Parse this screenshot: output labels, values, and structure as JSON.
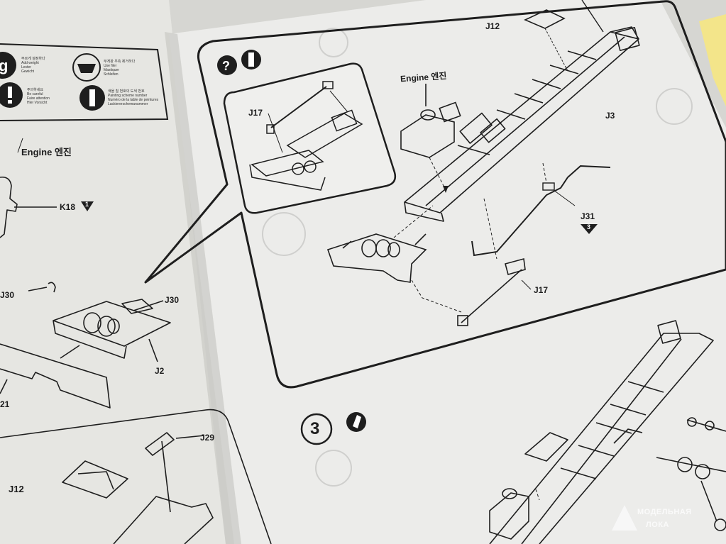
{
  "labels": {
    "engine_right": "Engine 엔진",
    "engine_left": "Engine 엔진",
    "j12_top": "J12",
    "j3": "J3",
    "j31": "J31",
    "j31_step": "3",
    "j17_bottom": "J17",
    "j17_inset": "J17",
    "k18": "K18",
    "k18_step": "1",
    "j30_left": "J30",
    "j30_right": "J30",
    "j2": "J2",
    "j21": "21",
    "j29": "J29",
    "j12_bottom": "J12",
    "step3": "3"
  },
  "legend": {
    "weight_lines": [
      "부르게 설정하다",
      "Add weight",
      "Lester",
      "Gewicht"
    ],
    "file_lines": [
      "무게판 우측 제거하다",
      "Use filer",
      "Mastiquer",
      "Schleifen"
    ],
    "careful_lines": [
      "주의하세요",
      "Be careful",
      "Faire attention",
      "Hier Vorsicht"
    ],
    "paint_lines": [
      "색을 칠 번호의 도색 번호",
      "Painting scheme number",
      "Numéro de la table de peintures",
      "Lackiererschemanummer"
    ]
  },
  "watermark": {
    "line1": "МОДЕЛЬНАЯ",
    "line2": "ЛОКА"
  },
  "colors": {
    "paper": "#ececea",
    "ink": "#1e1e1e",
    "background": "#d8d8d4",
    "accent_yellow": "#f3e58a"
  }
}
